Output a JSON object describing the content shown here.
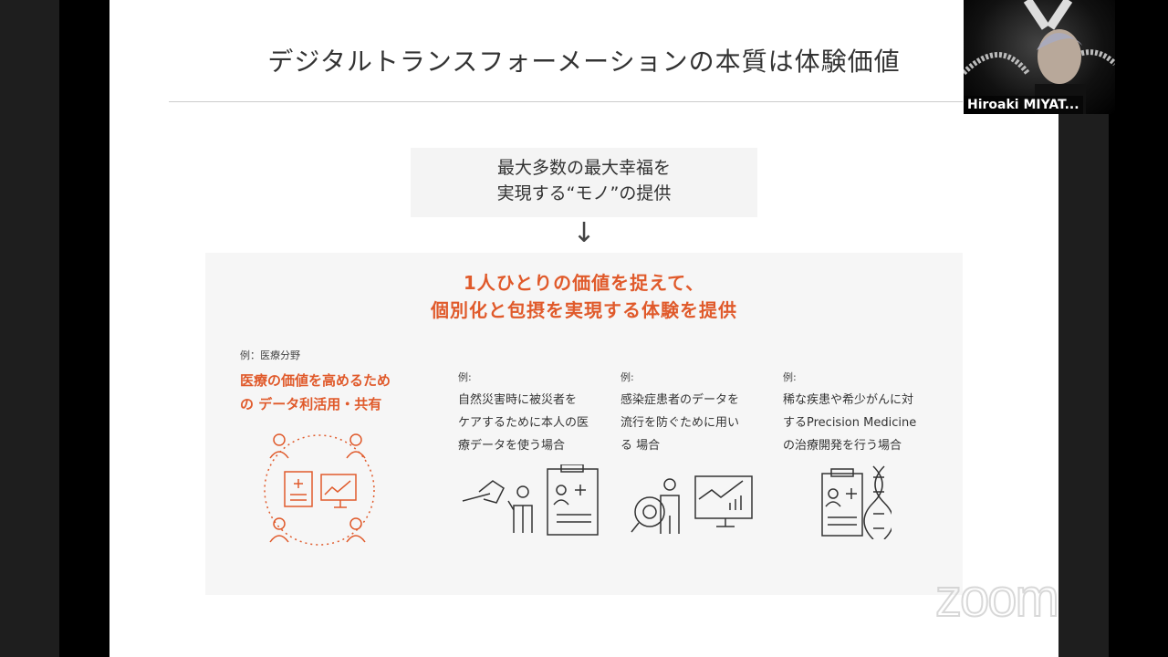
{
  "slide": {
    "title": "デジタルトランスフォーメーションの本質は体験価値",
    "box1_lines": [
      "最大多数の最大幸福を",
      "実現する“モノ”の提供"
    ],
    "arrow": "↓",
    "headline_lines": [
      "1人ひとりの価値を捉えて、",
      "個別化と包摂を実現する体験を提供"
    ],
    "examples": [
      {
        "label": "例：医療分野",
        "lines": [
          "医療の価値を高めるため",
          "の データ利活用・共有"
        ]
      },
      {
        "label": "例:",
        "lines": [
          "自然災害時に被災者を",
          "ケアするために本人の医",
          "療データを使う場合"
        ]
      },
      {
        "label": "例:",
        "lines": [
          "感染症患者のデータを",
          "流行を防ぐために用い",
          "る 場合"
        ]
      },
      {
        "label": "例:",
        "lines": [
          "稀な疾患や希少がんに対",
          "するPrecision Medicine",
          "の治療開発を行う場合"
        ]
      }
    ]
  },
  "video": {
    "participant_name": "Hiroaki MIYAT..."
  },
  "watermark": "zoom",
  "colors": {
    "accent": "#e05a2b"
  }
}
